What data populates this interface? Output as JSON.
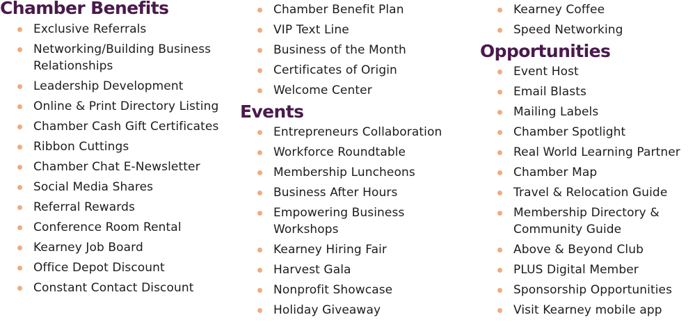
{
  "colors": {
    "heading": "#4a1a4c",
    "bullet": "#f0ac7c",
    "text": "#1c1c1c"
  },
  "icons": {
    "bullet": "bullet-dot-icon"
  },
  "col1": {
    "heading": "Chamber Benefits",
    "items": [
      "Exclusive Referrals",
      "Networking/Building Business Relationships",
      "Leadership Development",
      "Online & Print Directory Listing",
      "Chamber Cash Gift Certificates",
      "Ribbon Cuttings",
      "Chamber Chat E-Newsletter",
      "Social Media Shares",
      "Referral Rewards",
      "Conference Room Rental",
      "Kearney Job Board",
      "Office Depot Discount",
      "Constant Contact Discount"
    ]
  },
  "col2": {
    "items_top": [
      "Chamber Benefit Plan",
      "VIP Text Line",
      "Business of the Month",
      "Certificates of Origin",
      "Welcome Center"
    ],
    "heading": "Events",
    "items": [
      "Entrepreneurs Collaboration",
      "Workforce Roundtable",
      "Membership Luncheons",
      "Business After Hours",
      "Empowering Business Workshops",
      "Kearney Hiring Fair",
      "Harvest Gala",
      "Nonprofit Showcase",
      "Holiday Giveaway"
    ]
  },
  "col3": {
    "items_top": [
      "Kearney Coffee",
      "Speed Networking"
    ],
    "heading": "Opportunities",
    "items": [
      "Event Host",
      "Email Blasts",
      "Mailing Labels",
      "Chamber Spotlight",
      "Real World Learning Partner",
      "Chamber Map",
      "Travel & Relocation Guide",
      "Membership Directory & Community Guide",
      "Above & Beyond Club",
      "PLUS Digital Member",
      "Sponsorship Opportunities",
      "Visit Kearney mobile app"
    ]
  }
}
